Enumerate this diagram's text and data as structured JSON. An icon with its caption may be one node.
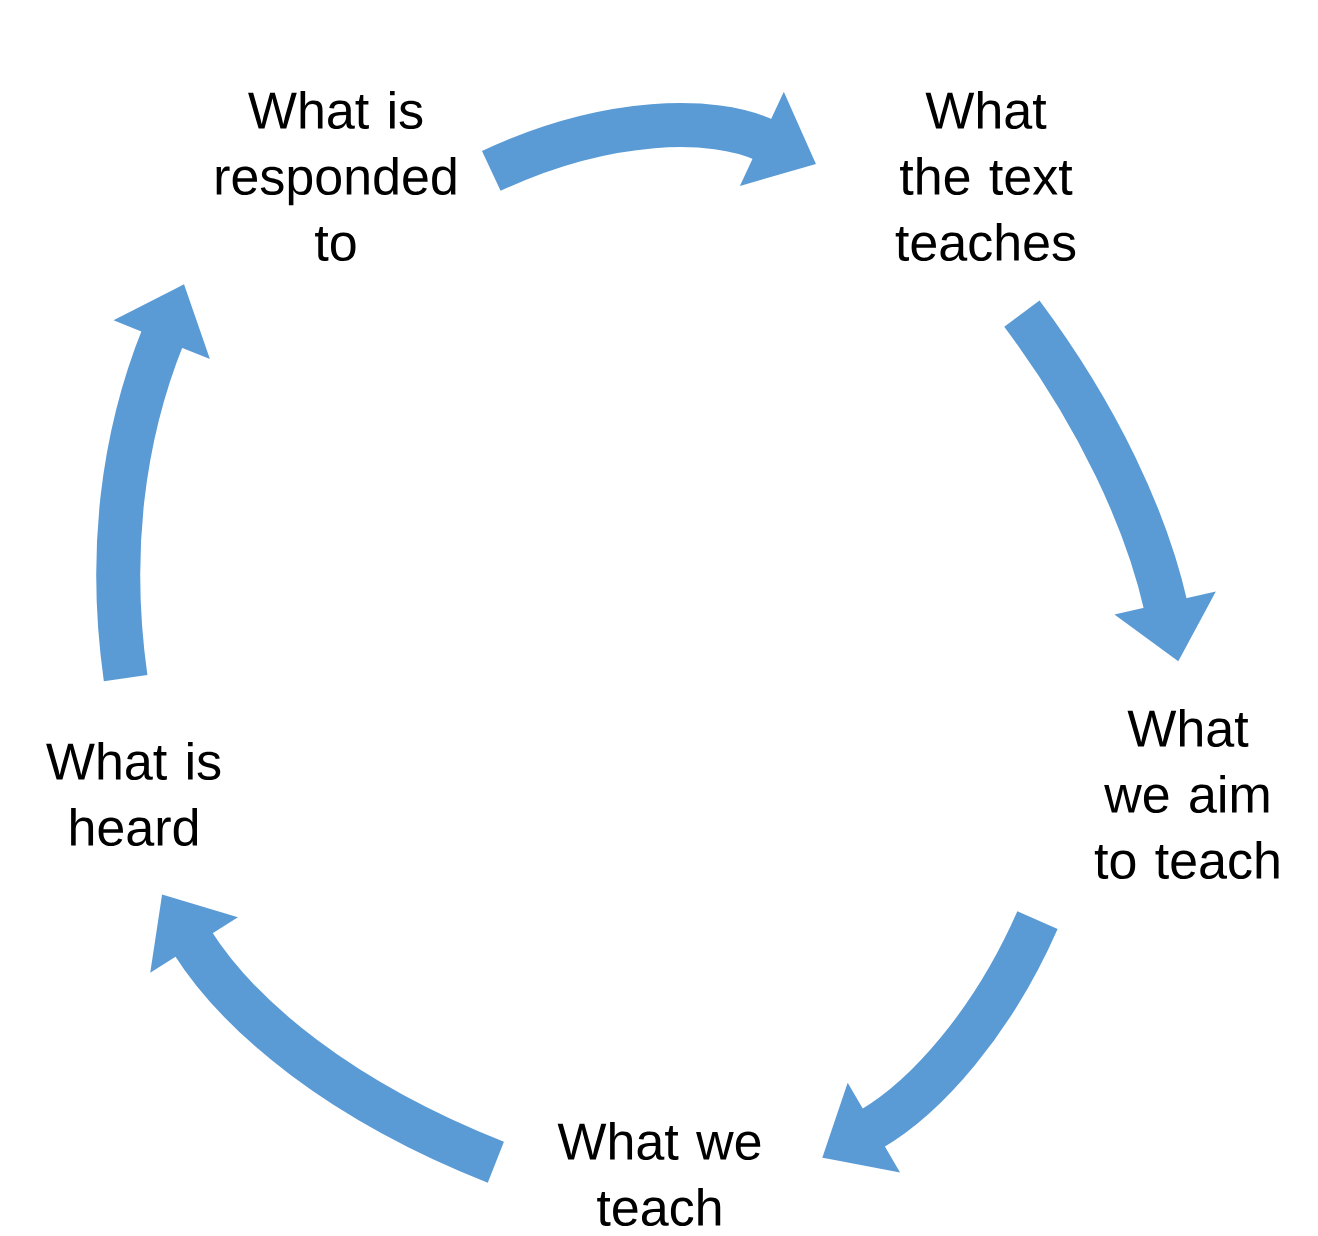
{
  "diagram": {
    "nodes": [
      {
        "text": [
          "What is responded to"
        ]
      },
      {
        "text": [
          "What the text teaches"
        ]
      },
      {
        "text": [
          "What we aim to teach"
        ]
      },
      {
        "text": [
          "What we teach"
        ]
      },
      {
        "text": [
          "What is heard"
        ]
      }
    ],
    "edges": [
      {
        "from": 0,
        "to": 1,
        "arrow": "to"
      },
      {
        "from": 1,
        "to": 2,
        "arrow": "to"
      },
      {
        "from": 2,
        "to": 3,
        "arrow": "to"
      },
      {
        "from": 3,
        "to": 4,
        "arrow": "to"
      },
      {
        "from": 4,
        "to": 0,
        "arrow": "to"
      }
    ]
  }
}
